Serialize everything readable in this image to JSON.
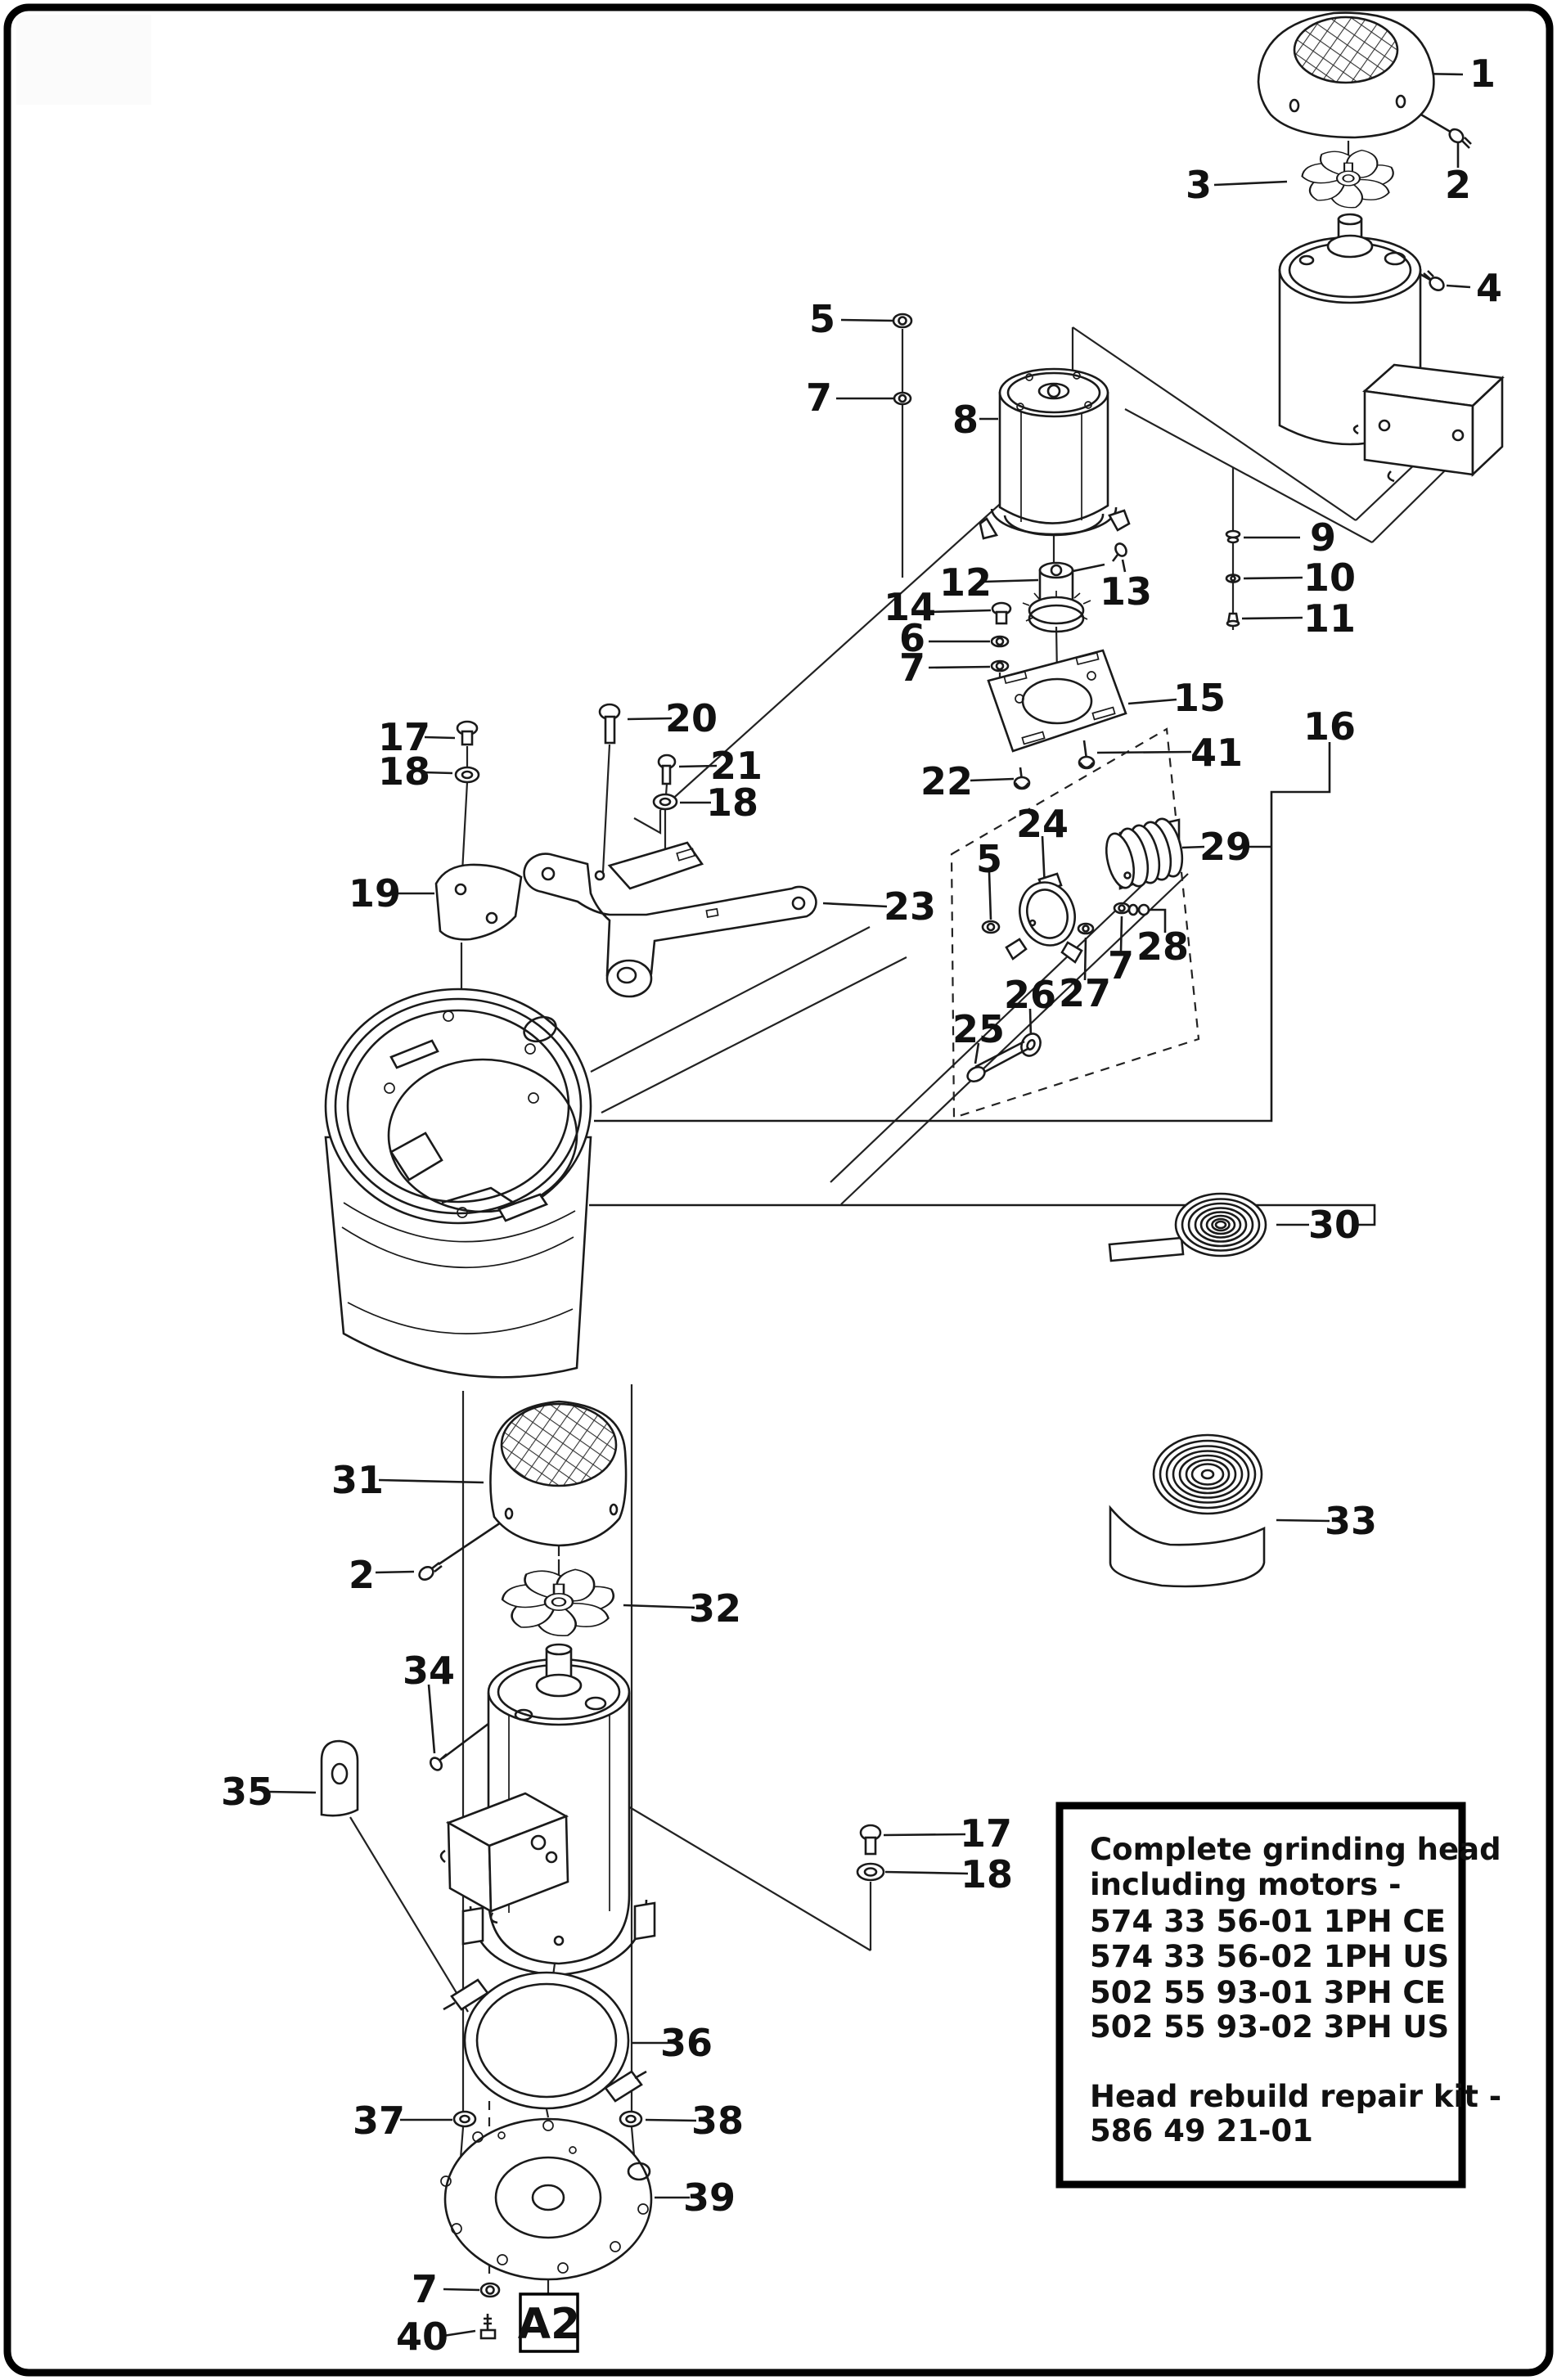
{
  "page": {
    "background": "#ffffff",
    "border_color": "#000000",
    "kind": "exploded-parts-diagram"
  },
  "callouts": [
    {
      "label": "1"
    },
    {
      "label": "2"
    },
    {
      "label": "3"
    },
    {
      "label": "4"
    },
    {
      "label": "5"
    },
    {
      "label": "7"
    },
    {
      "label": "8"
    },
    {
      "label": "9"
    },
    {
      "label": "10"
    },
    {
      "label": "11"
    },
    {
      "label": "12"
    },
    {
      "label": "13"
    },
    {
      "label": "14"
    },
    {
      "label": "6"
    },
    {
      "label": "7"
    },
    {
      "label": "15"
    },
    {
      "label": "41"
    },
    {
      "label": "22"
    },
    {
      "label": "16"
    },
    {
      "label": "17"
    },
    {
      "label": "18"
    },
    {
      "label": "20"
    },
    {
      "label": "21"
    },
    {
      "label": "18"
    },
    {
      "label": "19"
    },
    {
      "label": "23"
    },
    {
      "label": "24"
    },
    {
      "label": "5"
    },
    {
      "label": "29"
    },
    {
      "label": "28"
    },
    {
      "label": "7"
    },
    {
      "label": "27"
    },
    {
      "label": "26"
    },
    {
      "label": "25"
    },
    {
      "label": "30"
    },
    {
      "label": "31"
    },
    {
      "label": "2"
    },
    {
      "label": "32"
    },
    {
      "label": "34"
    },
    {
      "label": "33"
    },
    {
      "label": "35"
    },
    {
      "label": "17"
    },
    {
      "label": "18"
    },
    {
      "label": "36"
    },
    {
      "label": "37"
    },
    {
      "label": "38"
    },
    {
      "label": "39"
    },
    {
      "label": "7"
    },
    {
      "label": "40"
    }
  ],
  "info_box": {
    "lines": [
      "Complete grinding head",
      "including motors -",
      "574 33 56-01 1PH CE",
      "574 33 56-02  1PH US",
      "502 55 93-01  3PH CE",
      "502 55 93-02  3PH US",
      "",
      "Head rebuild repair kit -",
      "586 49 21-01"
    ]
  },
  "footer": {
    "ref_label": "A2"
  }
}
